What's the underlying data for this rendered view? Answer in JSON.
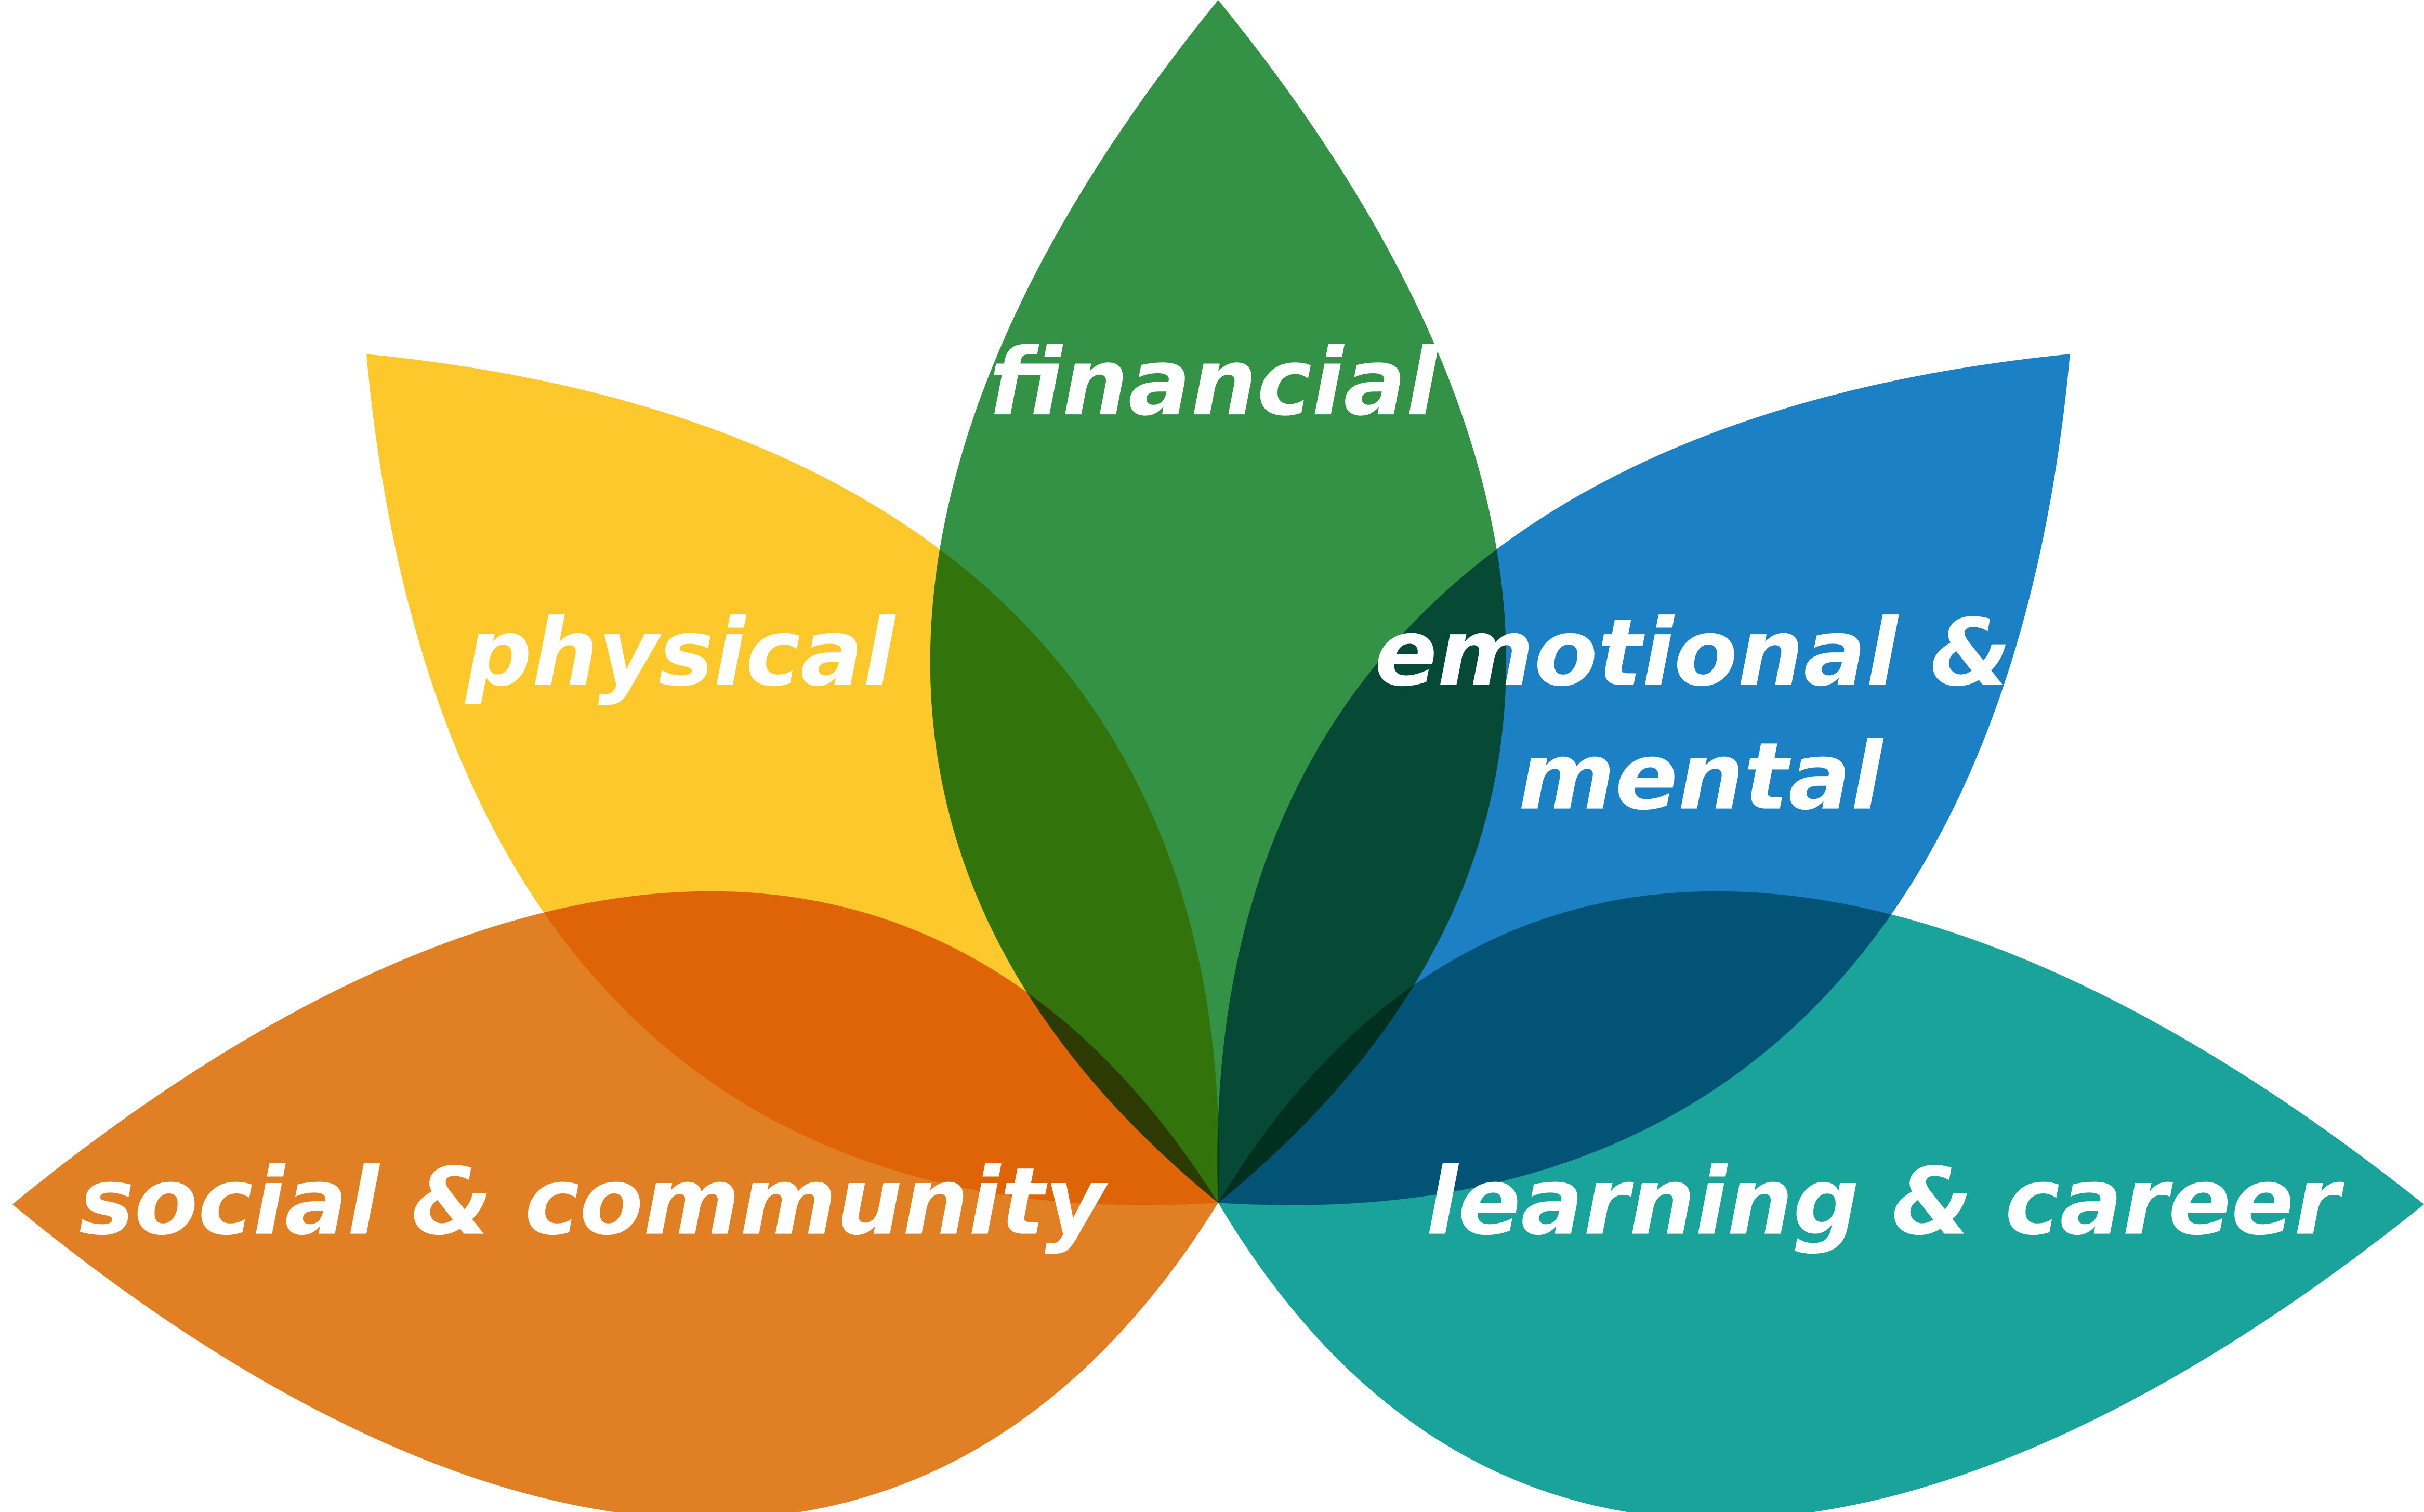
{
  "petals": [
    {
      "id": "financial",
      "label": "financial",
      "color": "#339245"
    },
    {
      "id": "physical",
      "label": "physical",
      "color": "#FDC82B"
    },
    {
      "id": "emotional",
      "label_line1": "emotional &",
      "label_line2": "mental",
      "color": "#1C81C4"
    },
    {
      "id": "social",
      "label": "social & community",
      "color": "#E07F24"
    },
    {
      "id": "learning",
      "label": "learning & career",
      "color": "#19A39B"
    }
  ]
}
